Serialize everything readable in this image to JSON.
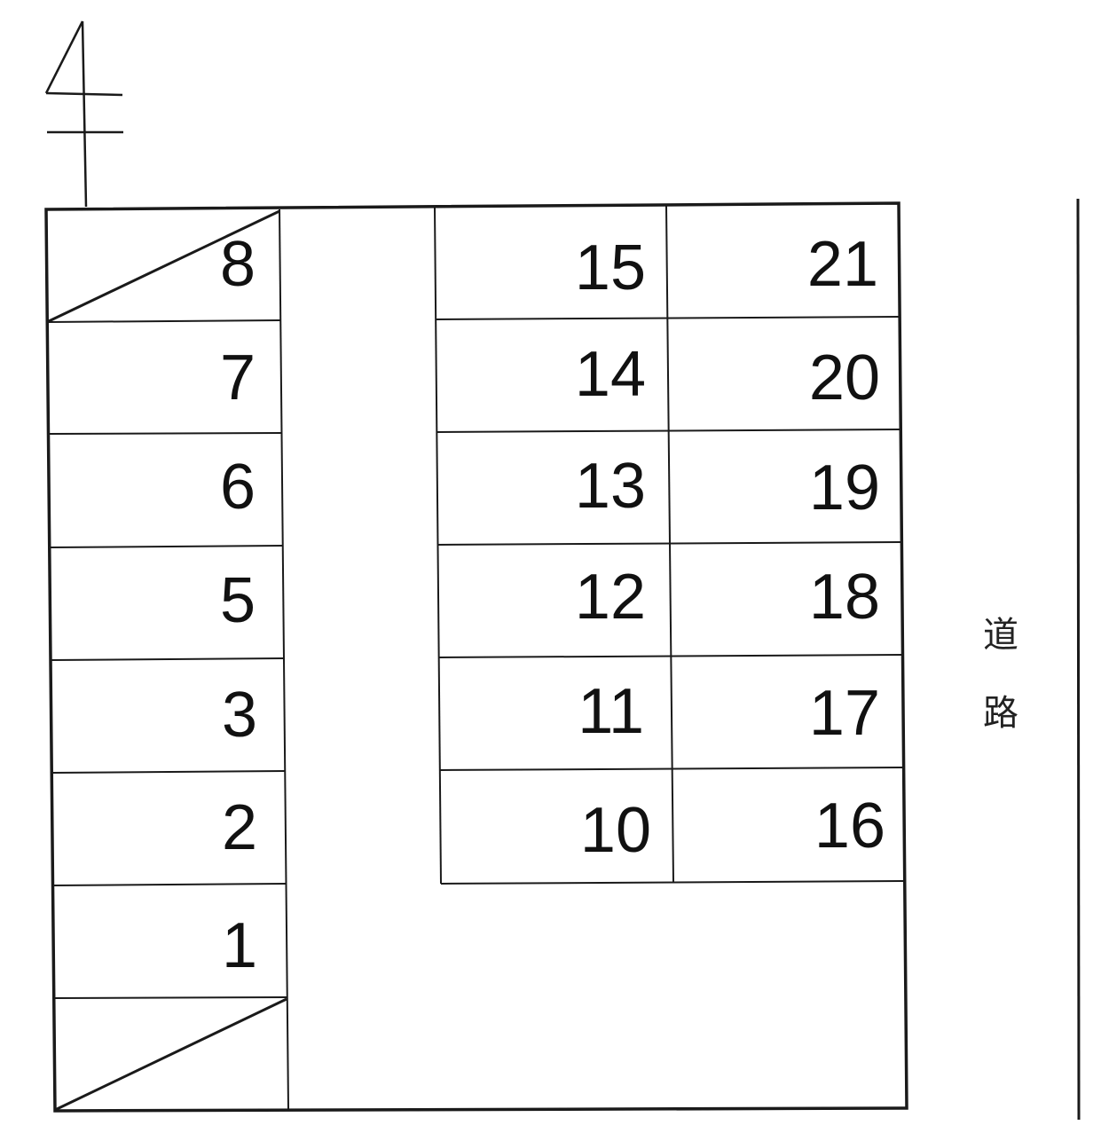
{
  "diagram": {
    "type": "parking-lot-layout",
    "north_arrow": {
      "icon": "north-arrow-icon"
    },
    "road_label": "道路",
    "left_column": {
      "spaces": [
        "8",
        "7",
        "6",
        "5",
        "3",
        "2",
        "1",
        ""
      ],
      "diagonal_hatched": [
        "top",
        "bottom"
      ]
    },
    "middle_column": {
      "spaces": [
        "15",
        "14",
        "13",
        "12",
        "11",
        "10"
      ]
    },
    "right_column": {
      "spaces": [
        "21",
        "20",
        "19",
        "18",
        "17",
        "16"
      ]
    },
    "stroke_color": "#1a1a1a",
    "background": "#ffffff"
  }
}
